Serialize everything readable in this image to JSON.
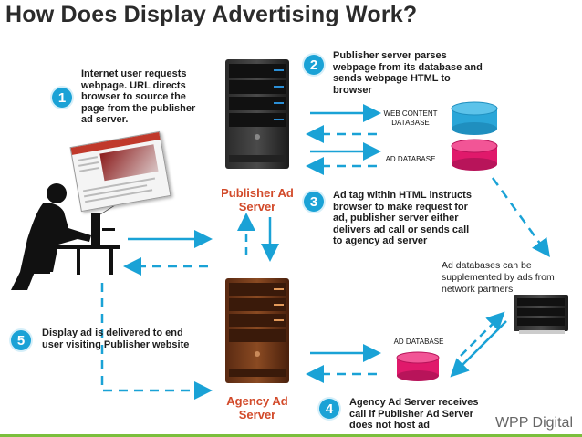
{
  "title": "How Does Display Advertising Work?",
  "steps": [
    {
      "num": "1",
      "text": "Internet user requests webpage.  URL directs browser to source the page from the publisher ad server."
    },
    {
      "num": "2",
      "text": "Publisher server parses webpage from its database and sends webpage HTML to browser"
    },
    {
      "num": "3",
      "text": "Ad tag within HTML instructs browser to make request for ad, publisher server either delivers ad call or sends call to agency ad server"
    },
    {
      "num": "4",
      "text": "Agency Ad Server receives call if Publisher Ad Server does not host ad"
    },
    {
      "num": "5",
      "text": "Display ad is delivered to end user visiting Publisher website"
    }
  ],
  "servers": {
    "publisher": "Publisher Ad Server",
    "agency": "Agency Ad Server"
  },
  "databases": {
    "web_content": "WEB CONTENT DATABASE",
    "ad_db_top": "AD DATABASE",
    "ad_db_bottom": "AD DATABASE"
  },
  "network_note": "Ad databases can be supplemented by ads from network partners",
  "brand": "WPP Digital",
  "colors": {
    "arrow": "#1aa2d6",
    "badge": "#1aa2d6",
    "db_blue": "#2aa6d8",
    "db_pink": "#e0196b",
    "label_red": "#d24a2a",
    "rule": "#7bbf3d"
  }
}
